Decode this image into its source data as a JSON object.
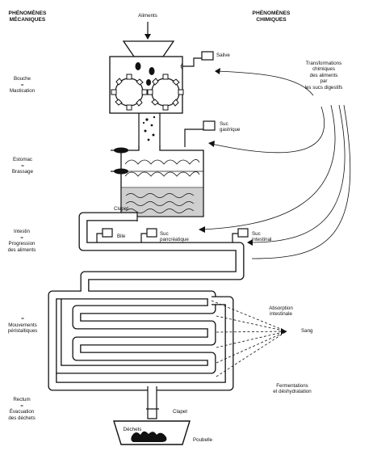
{
  "headers": {
    "left": "PHÉNOMÈNES\nMÉCANIQUES",
    "right": "PHÉNOMÈNES\nCHIMIQUES"
  },
  "left_stages": {
    "bouche": "Bouche\n=\nMastication",
    "estomac": "Estomac\n=\nBrassage",
    "intestin": "Intestin\n=\nProgression\ndes aliments",
    "mouvements": "=\nMouvements\npéristaltiques",
    "rectum": "Rectum\n=\nÉvacuation\ndes déchets"
  },
  "labels": {
    "aliments": "Aliments",
    "salive": "Salive",
    "suc_gastrique": "Suc\ngastrique",
    "transformations": "Transformations\nchimiques\ndes aliments\npar\nles sucs digestifs",
    "clapet_top": "Clapet",
    "bile": "Bile",
    "suc_pancreatique": "Suc\npancréatique",
    "suc_intestinal": "Suc\nintestinal",
    "absorption": "Absorption\nintestinale",
    "sang": "Sang",
    "fermentations": "Fermentations\net déshydratation",
    "clapet_bottom": "Clapet",
    "dechets": "Déchets",
    "poubelle": "Poubelle"
  }
}
